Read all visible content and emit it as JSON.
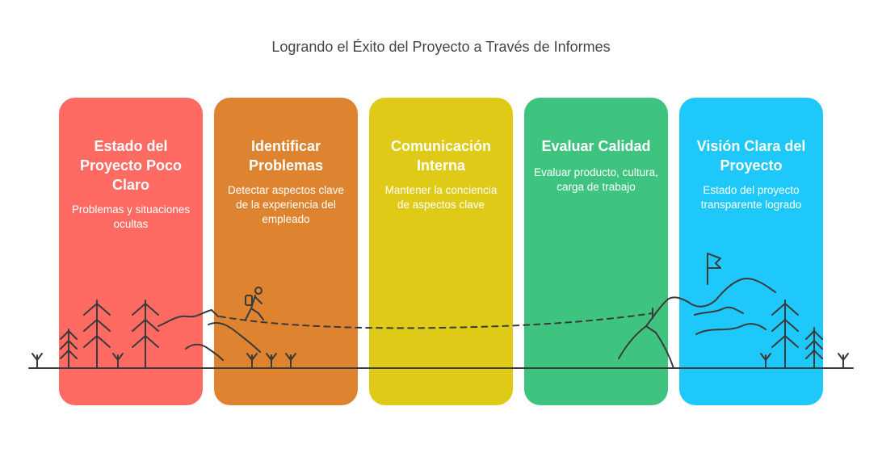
{
  "title": "Logrando el Éxito del Proyecto a Través de Informes",
  "colors": {
    "card1": "#FF6B63",
    "card2": "#DE8430",
    "card3": "#DFCB17",
    "card4": "#3EC47E",
    "card5": "#1EC8FA",
    "line": "#3a3a3a"
  },
  "steps": [
    {
      "heading": "Estado del Proyecto Poco Claro",
      "description": "Problemas y situaciones ocultas"
    },
    {
      "heading": "Identificar Problemas",
      "description": "Detectar aspectos clave de la experiencia del empleado"
    },
    {
      "heading": "Comunicación Interna",
      "description": "Mantener la conciencia de aspectos clave"
    },
    {
      "heading": "Evaluar Calidad",
      "description": "Evaluar producto, cultura, carga de trabajo"
    },
    {
      "heading": "Visión Clara del Proyecto",
      "description": "Estado del proyecto transparente logrado"
    }
  ],
  "icons": [
    "pine-tree-icon",
    "hiker-icon",
    "flag-icon",
    "mountain-icon",
    "grass-tuft-icon"
  ]
}
